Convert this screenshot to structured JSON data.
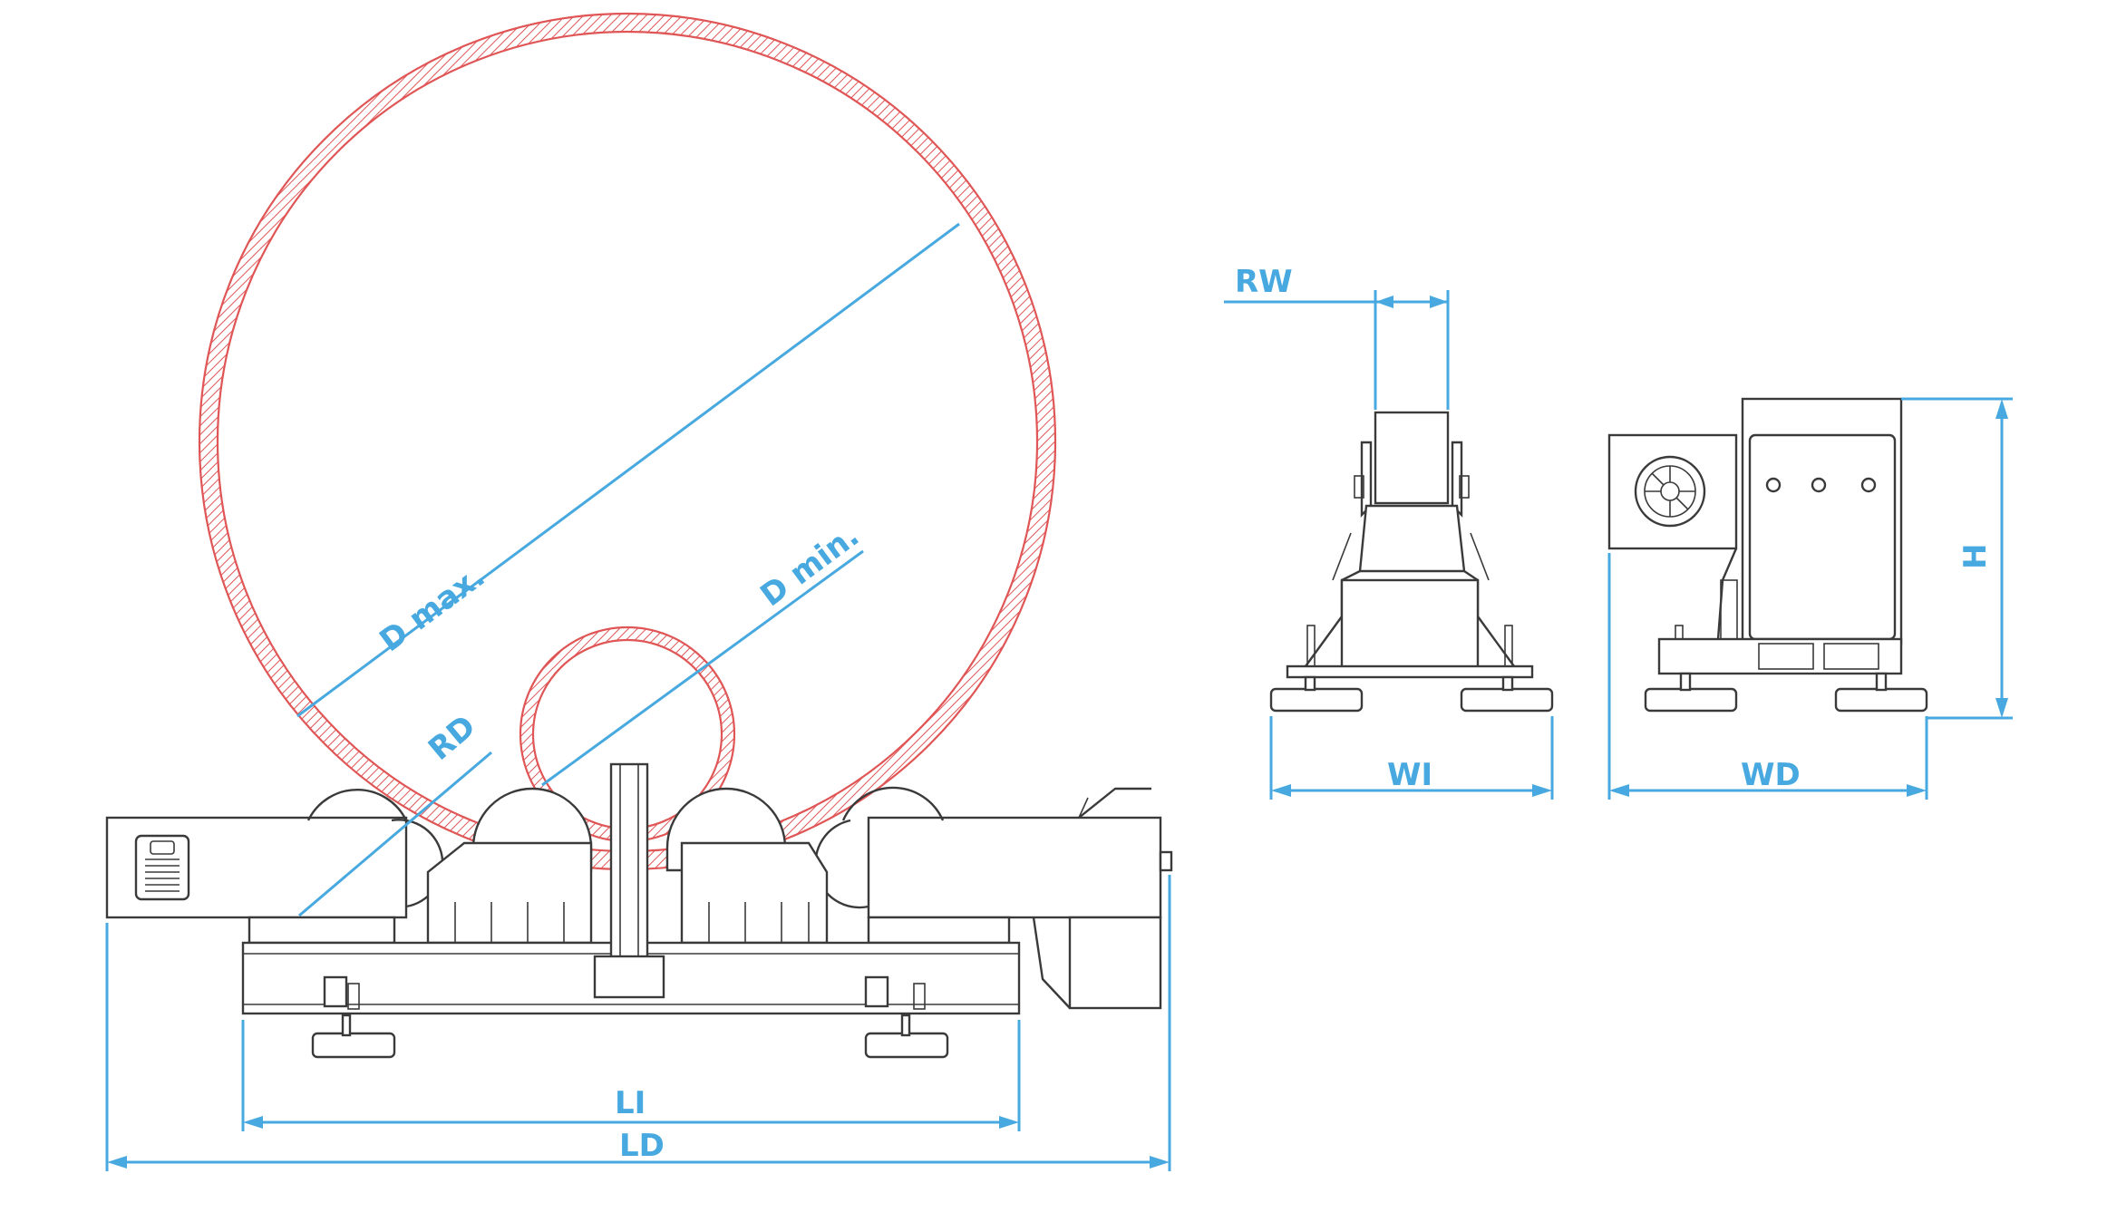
{
  "labels": {
    "d_max": "D max.",
    "d_min": "D min.",
    "rd": "RD",
    "li": "LI",
    "ld": "LD",
    "rw": "RW",
    "wi": "WI",
    "wd": "WD",
    "h": "H"
  },
  "colors": {
    "dimension": "#47a9e0",
    "pipe": "#e05555",
    "machine": "#3a3a3a"
  }
}
